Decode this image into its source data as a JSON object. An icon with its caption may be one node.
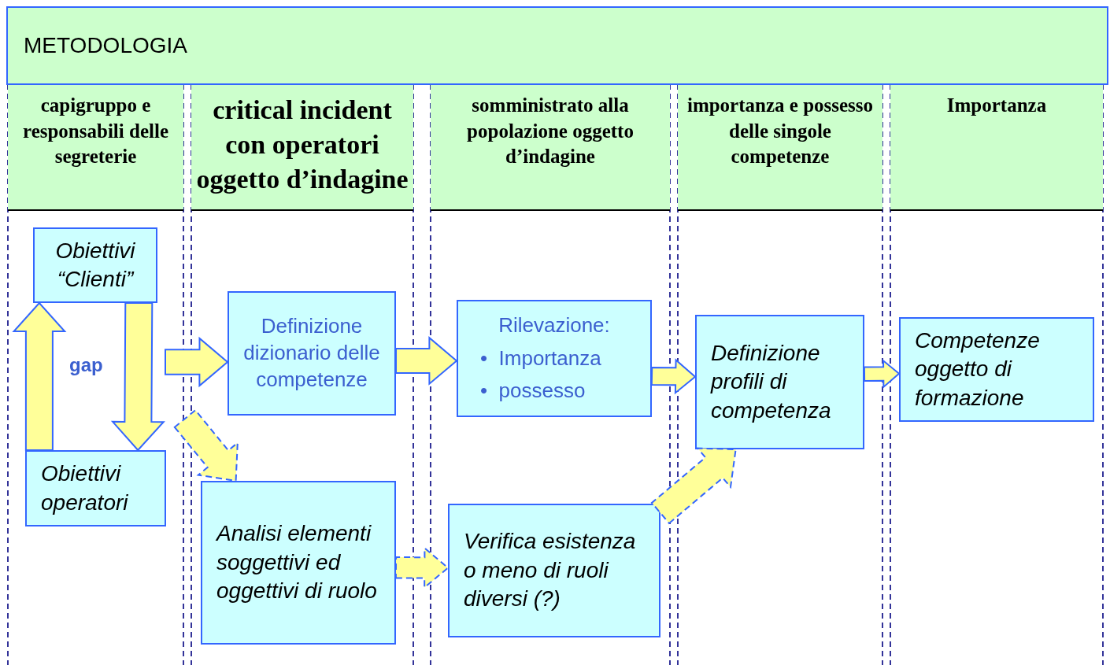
{
  "diagram": {
    "nodes": [
      {
        "text": [
          "METODOLOGIA"
        ]
      },
      {
        "text": [
          "capigruppo e responsabili delle segreterie"
        ]
      },
      {
        "text": [
          "critical incident con operatori oggetto d’indagine"
        ]
      },
      {
        "text": [
          "somministrato alla popolazione oggetto d’indagine"
        ]
      },
      {
        "text": [
          "importanza e possesso delle singole competenze"
        ]
      },
      {
        "text": [
          "Importanza"
        ]
      },
      {
        "text": [
          "Obiettivi “Clienti”"
        ]
      },
      {
        "text": [
          "Obiettivi operatori"
        ]
      },
      {
        "text": [
          "Definizione dizionario delle competenze"
        ]
      },
      {
        "text": [
          "Analisi elementi soggettivi ed oggettivi di ruolo"
        ]
      },
      {
        "text": [
          "Rilevazione:",
          "•  Importanza",
          "•  possesso"
        ]
      },
      {
        "text": [
          "Verifica esistenza o meno di ruoli diversi (?)"
        ]
      },
      {
        "text": [
          "Definizione profili di competenza"
        ]
      },
      {
        "text": [
          "Competenze oggetto di formazione"
        ]
      }
    ],
    "edges": [
      {
        "from": 7,
        "to": 6,
        "arrow": "to"
      },
      {
        "from": 6,
        "to": 7,
        "arrow": "to"
      },
      {
        "from": null,
        "to": 8,
        "arrow": "to"
      },
      {
        "from": null,
        "to": 9,
        "arrow": "to",
        "style": "dashed"
      },
      {
        "from": 8,
        "to": 10,
        "arrow": "to"
      },
      {
        "from": 9,
        "to": 11,
        "arrow": "to",
        "style": "dashed"
      },
      {
        "from": 10,
        "to": 12,
        "arrow": "to"
      },
      {
        "from": 11,
        "to": 12,
        "arrow": "to",
        "style": "dashed"
      },
      {
        "from": 12,
        "to": 13,
        "arrow": "to"
      }
    ],
    "labels": [
      "gap"
    ]
  }
}
